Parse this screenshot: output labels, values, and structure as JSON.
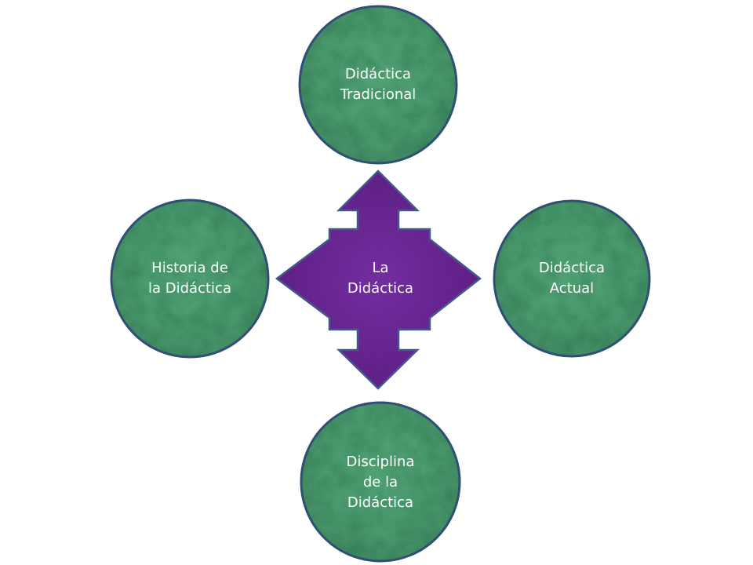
{
  "diagram": {
    "center": {
      "lines": [
        "La",
        "Didáctica"
      ]
    },
    "nodes": {
      "top": {
        "lines": [
          "Didáctica",
          "Tradicional"
        ]
      },
      "left": {
        "lines": [
          "Historia de",
          "la Didáctica"
        ]
      },
      "right": {
        "lines": [
          "Didáctica",
          "Actual"
        ]
      },
      "bottom": {
        "lines": [
          "Disciplina",
          "de la",
          "Didáctica"
        ]
      }
    },
    "colors": {
      "node_fill": "#2a6a43",
      "node_stroke": "#2f4f75",
      "arrow_fill": "#5a1f86",
      "arrow_stroke": "#3a5a86",
      "text": "#ffffff"
    }
  }
}
